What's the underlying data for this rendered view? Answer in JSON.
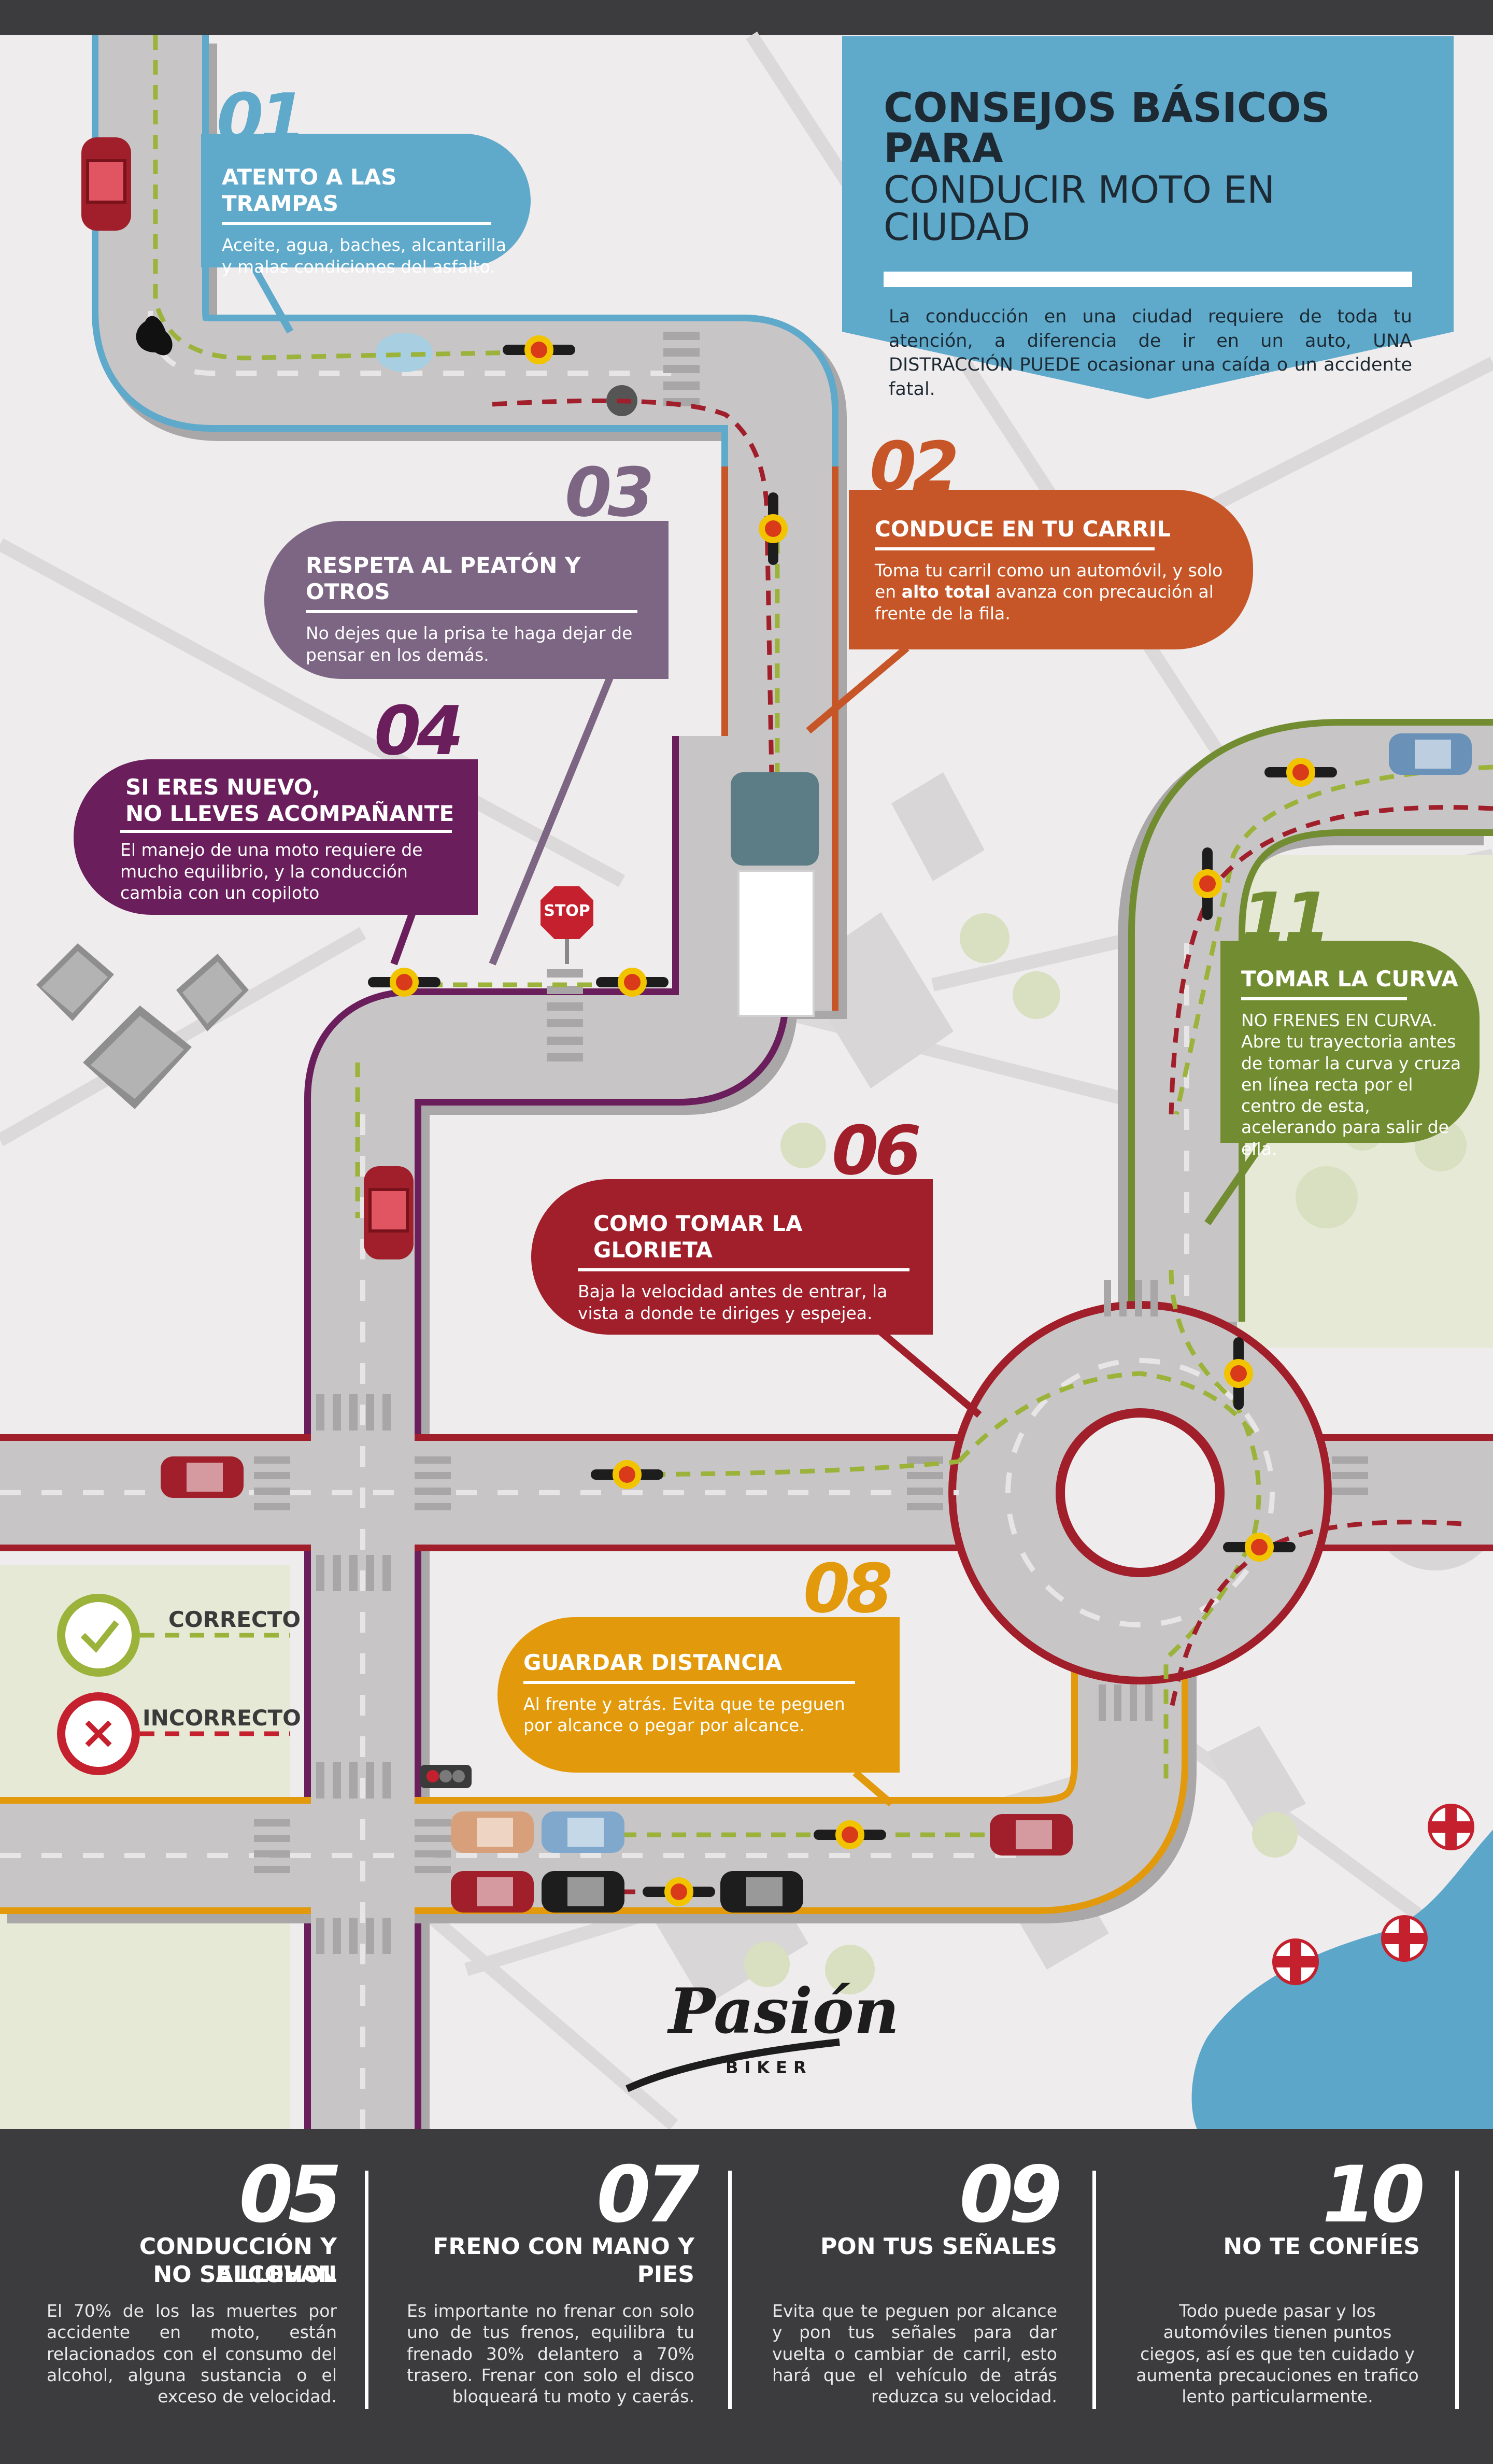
{
  "header": {
    "title_line1": "CONSEJOS BÁSICOS PARA",
    "title_line2": "CONDUCIR MOTO EN CIUDAD",
    "intro": "La conducción en una ciudad requiere de toda tu atención, a diferencia de ir en un auto, UNA DISTRACCIÓN PUEDE ocasionar una caída o un accidente fatal."
  },
  "tips": {
    "t01": {
      "number": "01",
      "title": "ATENTO A LAS TRAMPAS",
      "text": "Aceite, agua, baches, alcantarilla y malas condiciones del asfalto.",
      "color": "#5fa9cb"
    },
    "t02": {
      "number": "02",
      "title": "CONDUCE EN TU CARRIL",
      "text_before": "Toma tu carril como un automóvil, y solo en ",
      "text_bold": "alto total",
      "text_after": " avanza con precaución al frente de la fila.",
      "color": "#c65627"
    },
    "t03": {
      "number": "03",
      "title": "RESPETA AL PEATÓN Y OTROS",
      "text": "No dejes que la prisa te haga dejar de pensar en los demás.",
      "color": "#7c6684"
    },
    "t04": {
      "number": "04",
      "title_line1": "SI ERES NUEVO,",
      "title_line2": "NO LLEVES ACOMPAÑANTE",
      "text": "El manejo de una moto requiere de mucho equilibrio, y la conducción cambia con un copiloto",
      "color": "#6a1e5b"
    },
    "t06": {
      "number": "06",
      "title": "COMO TOMAR LA GLORIETA",
      "text": "Baja la velocidad antes de entrar, la vista a donde te diriges y espejea.",
      "color": "#a01f2b"
    },
    "t08": {
      "number": "08",
      "title": "GUARDAR DISTANCIA",
      "text": "Al frente y atrás. Evita que te peguen por alcance o pegar por alcance.",
      "color": "#e29a0c"
    },
    "t11": {
      "number": "11",
      "title": "TOMAR LA CURVA",
      "text": "NO FRENES EN CURVA. Abre tu trayectoria antes de tomar la curva y cruza en línea recta por el centro de esta, acelerando para salir de ella.",
      "color": "#728d31"
    }
  },
  "legend": {
    "correct": "CORRECTO",
    "incorrect": "INCORRECTO",
    "correct_color": "#9bb33a",
    "incorrect_color": "#c5202e"
  },
  "stop_sign": "STOP",
  "logo": {
    "word": "Pasión",
    "sub": "BIKER"
  },
  "footer": [
    {
      "number": "05",
      "title_line1": "CONDUCCIÓN Y ALCOHOL",
      "title_line2": "NO SE LLEVAN",
      "text": "El 70% de los las muertes por accidente en moto, están relacionados con el consumo del alcohol, alguna sustancia o el exceso de velocidad."
    },
    {
      "number": "07",
      "title_line1": "FRENO CON MANO Y PIES",
      "title_line2": "",
      "text": "Es importante no frenar con solo uno de tus frenos, equilibra tu frenado 30% delantero a 70% trasero. Frenar con solo el disco bloqueará tu moto y caerás."
    },
    {
      "number": "09",
      "title_line1": "PON TUS SEÑALES",
      "title_line2": "",
      "text": "Evita que te peguen por alcance y pon tus señales para dar vuelta o cambiar de carril, esto hará que el vehículo de atrás reduzca su velocidad."
    },
    {
      "number": "10",
      "title_line1": "NO TE CONFÍES",
      "title_line2": "",
      "text": "Todo puede pasar y los automóviles tienen puntos ciegos, así es que ten cuidado y aumenta precauciones en trafico lento particularmente."
    }
  ]
}
